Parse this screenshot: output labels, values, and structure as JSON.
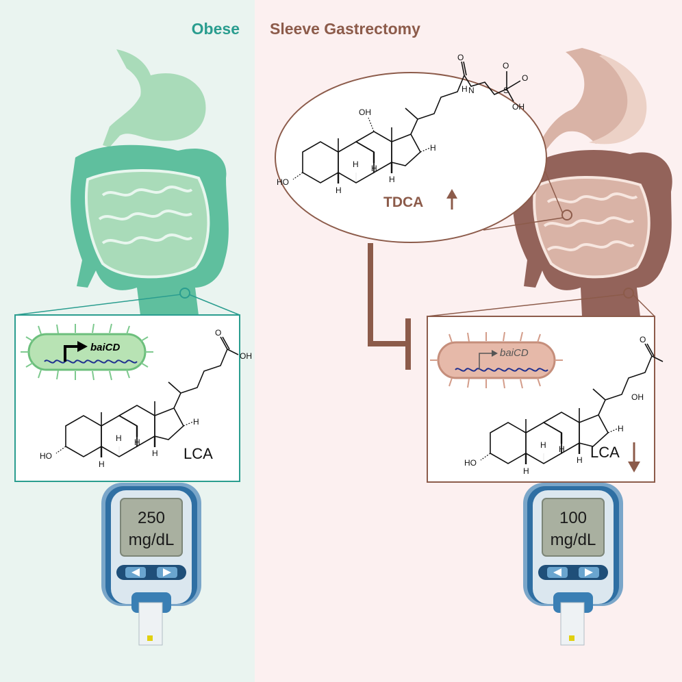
{
  "panels": {
    "left": {
      "title": "Obese",
      "color": "#2a9d8f"
    },
    "right": {
      "title": "Sleeve Gastrectomy",
      "color": "#8c5b4a"
    }
  },
  "colors": {
    "left_bg": "#eaf4f0",
    "right_bg": "#fcf0f0",
    "gut_teal": "#5fbf9e",
    "gut_teal_light": "#a9dbb9",
    "gut_brown": "#93635a",
    "gut_brown_light": "#d9b3a6",
    "inhibit_line": "#8c5b4a"
  },
  "tdca_bubble": {
    "label": "TDCA",
    "trend": "up",
    "atoms": {
      "oh_top": "OH",
      "h1": "H",
      "h2": "H",
      "h3": "H",
      "h4": "H",
      "h5": "H",
      "ho": "HO",
      "n_h": "H",
      "n": "N",
      "o1": "O",
      "o2": "O",
      "o3": "O",
      "s": "S",
      "oh_s": "OH"
    }
  },
  "left_box": {
    "gene": "baiCD",
    "molecule": "LCA",
    "atoms": {
      "oh": "OH",
      "o": "O",
      "ho": "HO",
      "h1": "H",
      "h2": "H",
      "h3": "H",
      "h4": "H",
      "h5": "H"
    }
  },
  "right_box": {
    "gene": "baiCD",
    "molecule": "LCA",
    "trend": "down",
    "atoms": {
      "oh": "OH",
      "o": "O",
      "ho": "HO",
      "h1": "H",
      "h2": "H",
      "h3": "H",
      "h4": "H",
      "h5": "H"
    }
  },
  "meters": {
    "left": {
      "value": "250",
      "unit": "mg/dL"
    },
    "right": {
      "value": "100",
      "unit": "mg/dL"
    }
  }
}
